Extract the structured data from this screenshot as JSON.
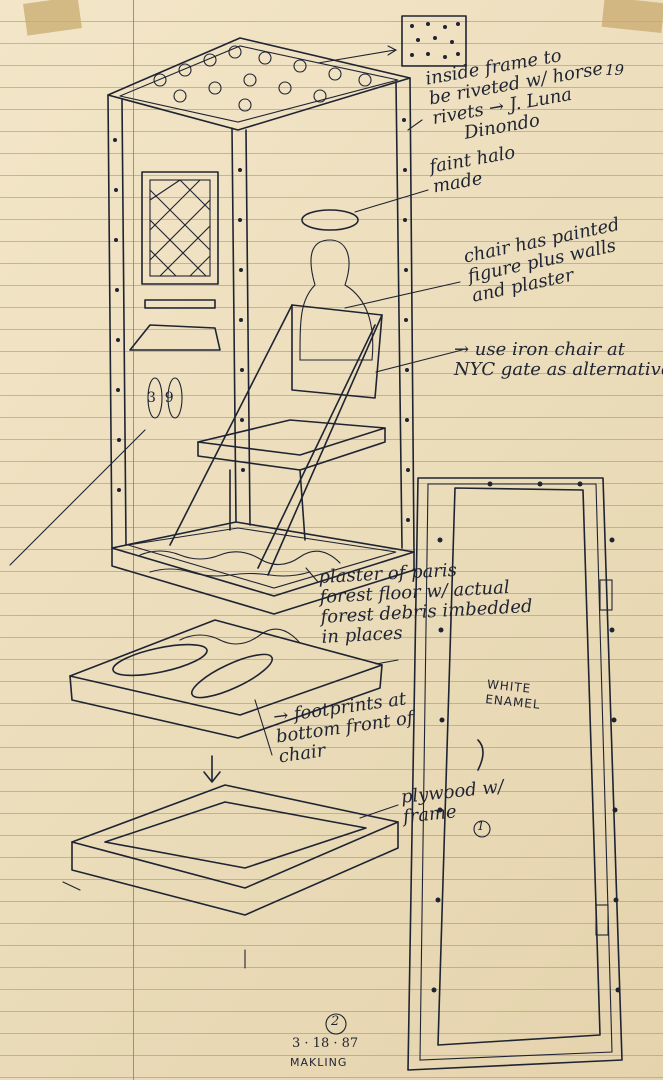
{
  "page_number": "19",
  "notes": {
    "frame_rivets": "inside frame to\nbe riveted w/ horse\nrivets → J. Luna\n     Dinondo",
    "halo": "faint halo\nmade",
    "chair_painted": "chair has painted\nfigure plus walls\nand plaster",
    "iron_chair": "→ use iron chair at\nNYC gate as alternative",
    "plaster_floor": "plaster of paris\nforest floor w/ actual\nforest debris imbedded\nin places",
    "footprints": "→ footprints at\nbottom front of\nchair",
    "plywood": "plywood w/\nframe",
    "white_enamel": "WHITE\nENAMEL",
    "circle_one": "1",
    "circle_two": "2",
    "date": "3 · 18 · 87",
    "signature": "MAKLING",
    "footprint_nums": "3  9"
  }
}
